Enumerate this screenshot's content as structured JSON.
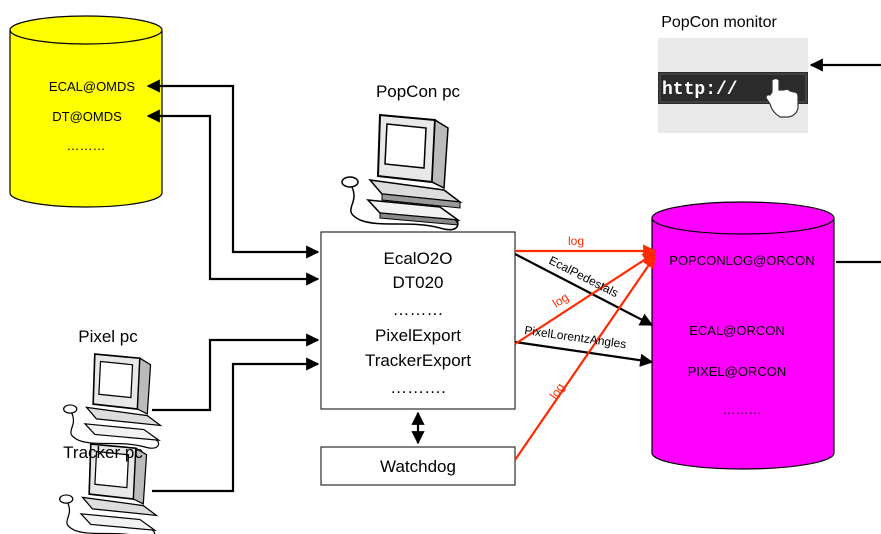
{
  "omds_db": {
    "lines": [
      "ECAL@OMDS",
      "DT@OMDS",
      "………"
    ],
    "fill": "#ffff00"
  },
  "orcon_db": {
    "lines": [
      "POPCONLOG@ORCON",
      "ECAL@ORCON",
      "PIXEL@ORCON",
      "………"
    ],
    "fill": "#ff00ff"
  },
  "popcon_pc": {
    "label": "PopCon pc"
  },
  "pixel_pc": {
    "label": "Pixel pc"
  },
  "tracker_pc": {
    "label": "Tracker pc"
  },
  "monitor": {
    "label": "PopCon  monitor",
    "screen_text": "http://"
  },
  "main_box": {
    "lines": [
      "EcalO2O",
      "DT020",
      "………",
      "PixelExport",
      "TrackerExport",
      "………."
    ]
  },
  "watchdog": {
    "label": "Watchdog"
  },
  "arrow_labels": {
    "log_1": "log",
    "log_2": "log",
    "log_3": "log",
    "ecal_pedestals": "EcalPedestals",
    "pixel_lorentz_angles": "PixelLorentzAngles"
  },
  "colors": {
    "log_arrow": "#ff2a00",
    "arrow": "#000000"
  }
}
